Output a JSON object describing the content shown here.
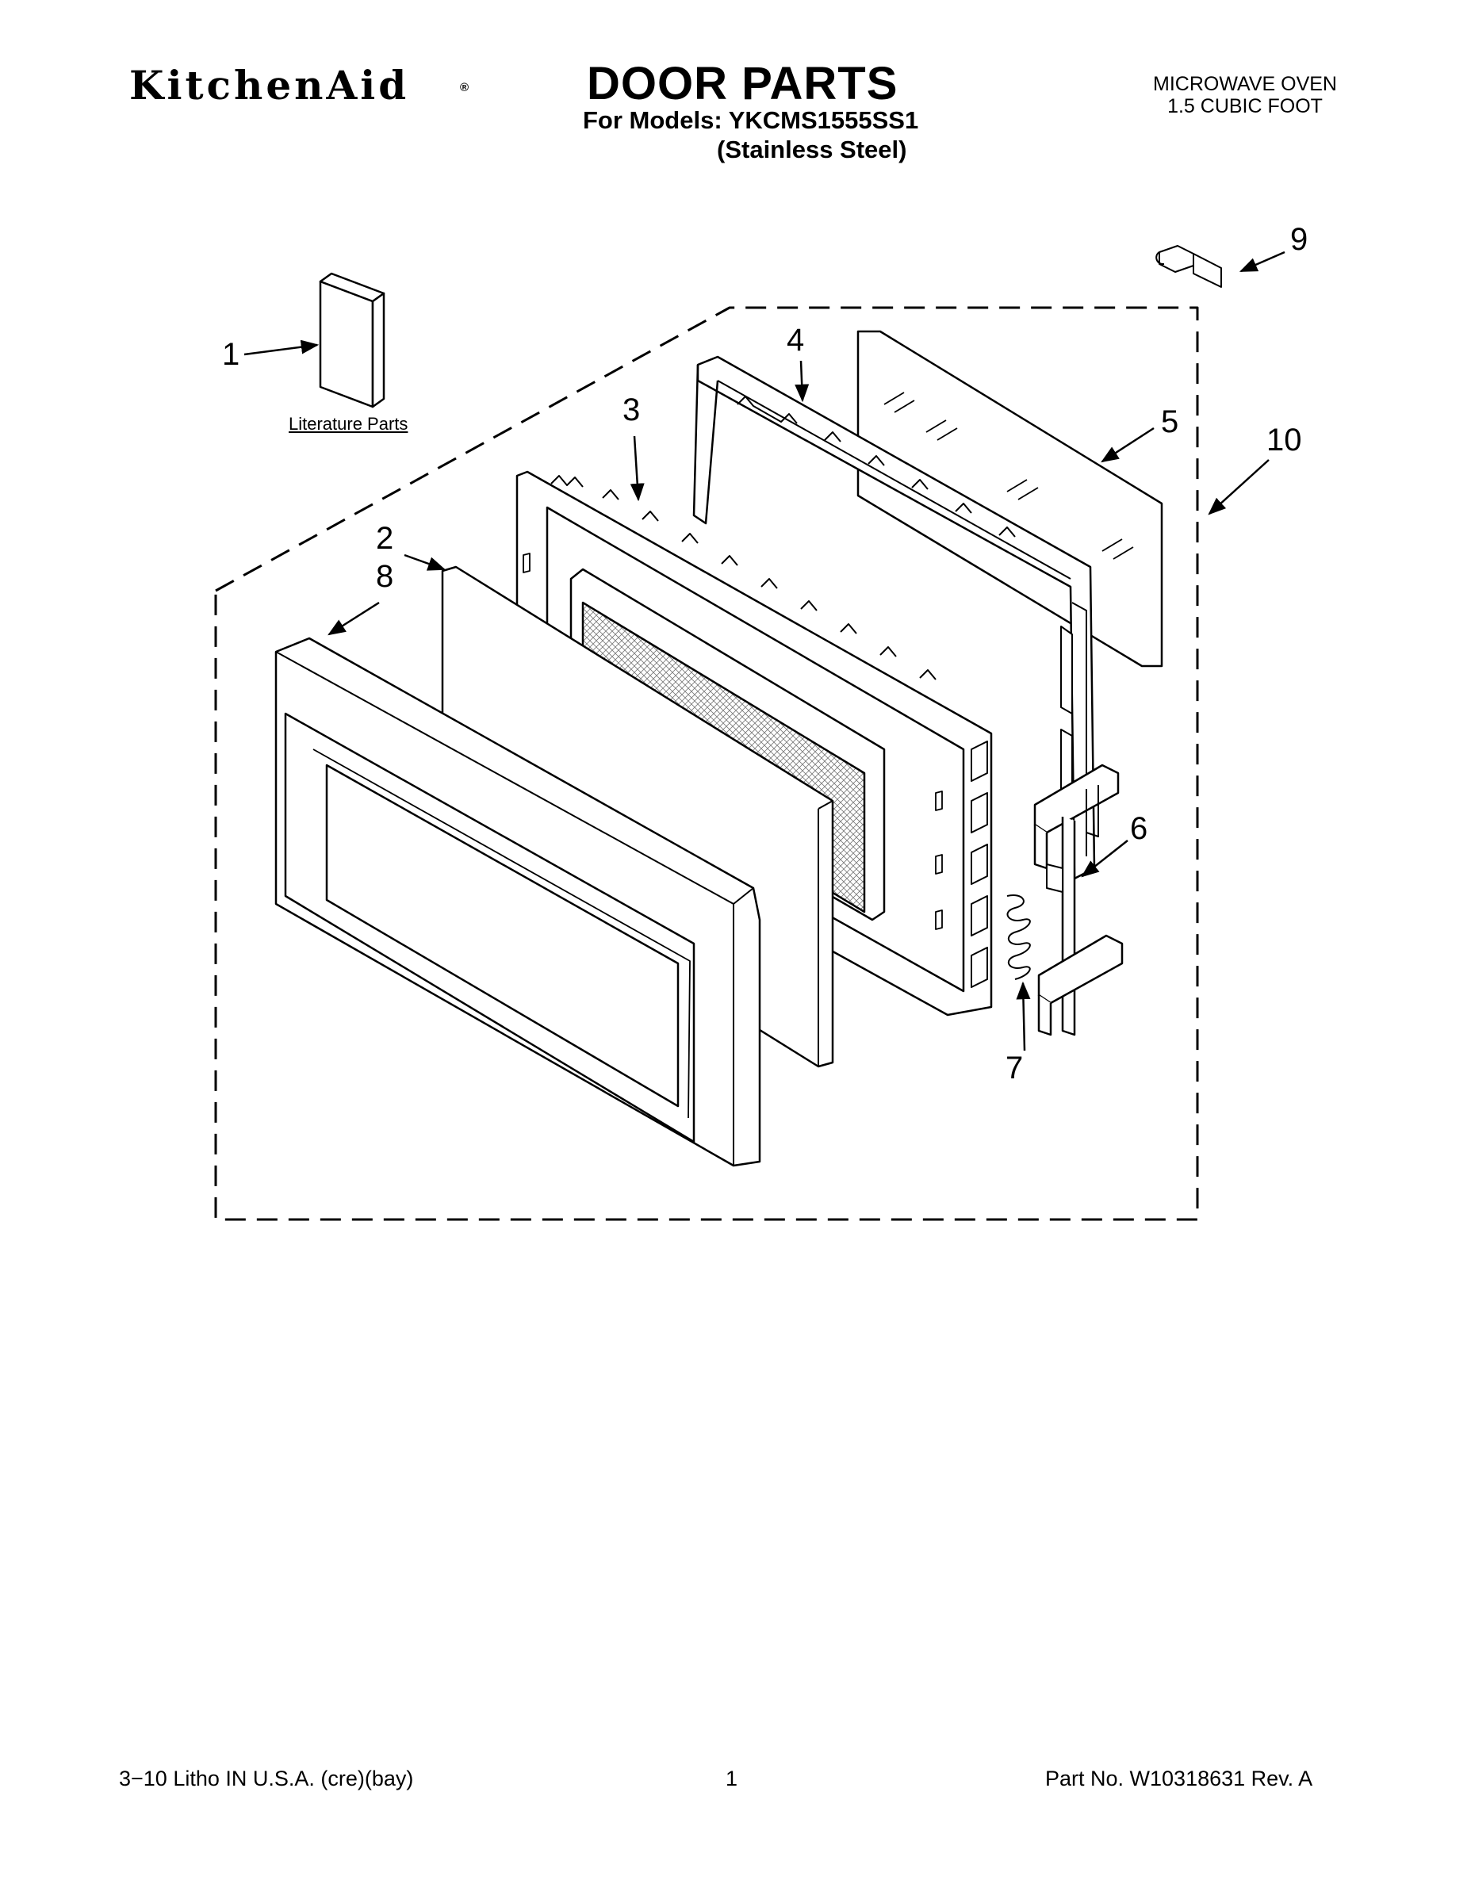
{
  "header": {
    "brand": "KitchenAid",
    "brand_mark": "®",
    "title": "DOOR PARTS",
    "models_line": "For Models: YKCMS1555SS1",
    "variant_line": "(Stainless Steel)",
    "product_type": "MICROWAVE OVEN",
    "capacity": "1.5 CUBIC FOOT"
  },
  "diagram": {
    "literature_label": "Literature Parts",
    "callouts": [
      "1",
      "2",
      "3",
      "4",
      "5",
      "6",
      "7",
      "8",
      "9",
      "10"
    ]
  },
  "footer": {
    "litho": "3−10 Litho IN U.S.A. (cre)(bay)",
    "page_number": "1",
    "part_number": "Part No. W10318631 Rev. A"
  }
}
